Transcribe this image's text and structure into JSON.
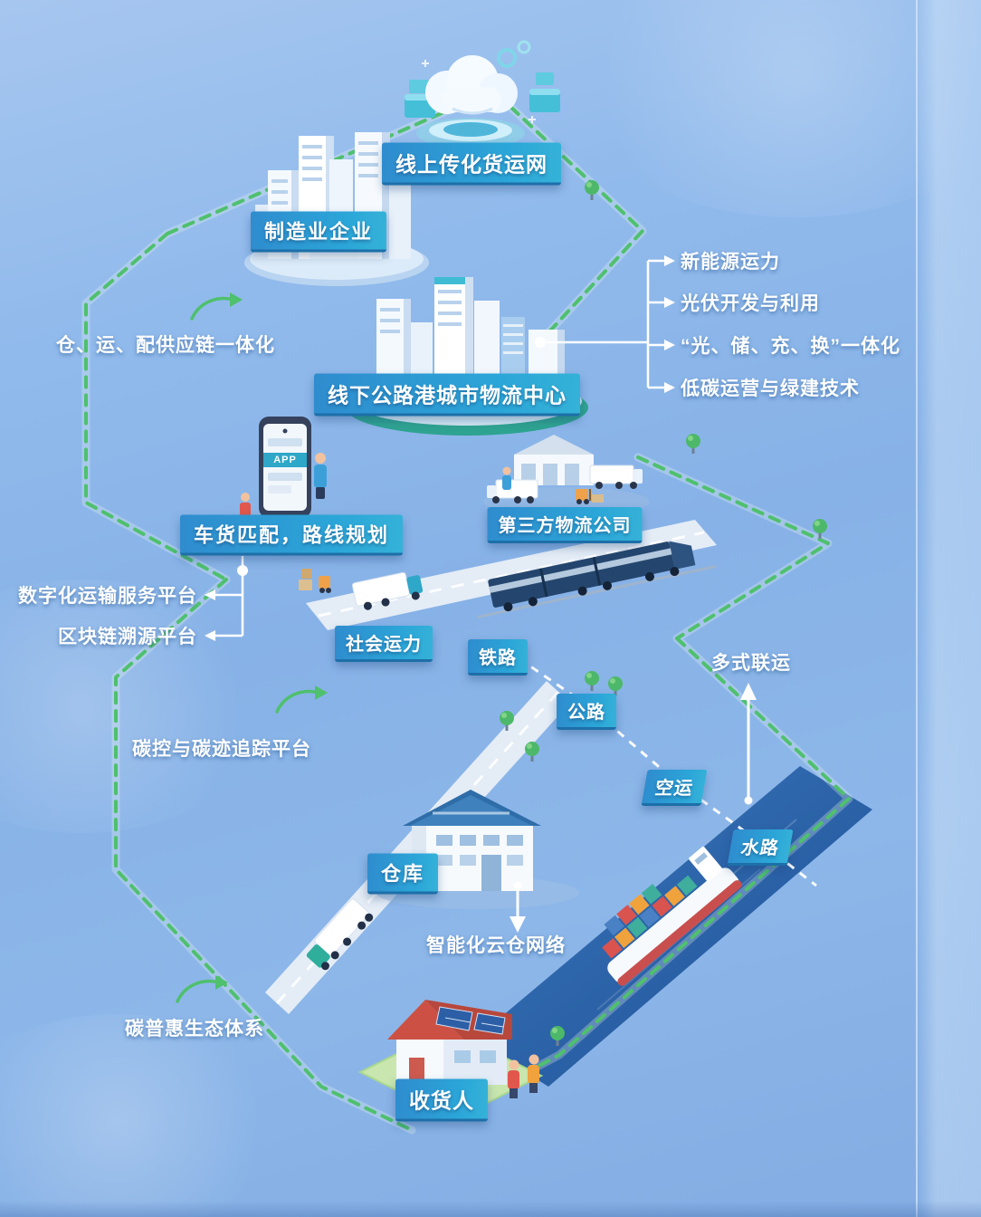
{
  "labels": {
    "online_network": "线上传化货运网",
    "manufacturing": "制造业企业",
    "logistics_center": "线下公路港城市物流中心",
    "matching": "车货匹配，路线规划",
    "third_party": "第三方物流公司",
    "social_capacity": "社会运力",
    "railway": "铁路",
    "highway": "公路",
    "air": "空运",
    "water": "水路",
    "warehouse": "仓库",
    "consignee": "收货人"
  },
  "annotations": {
    "supply_chain": "仓、运、配供应链一体化",
    "digital_platform": "数字化运输服务平台",
    "blockchain": "区块链溯源平台",
    "carbon_tracking": "碳控与碳迹追踪平台",
    "carbon_ecosystem": "碳普惠生态体系",
    "multimodal": "多式联运",
    "cloud_warehouse": "智能化云仓网络"
  },
  "energy_branches": [
    "新能源运力",
    "光伏开发与利用",
    "“光、储、充、换”一体化",
    "低碳运营与绿建技术"
  ],
  "app_text": "APP",
  "colors": {
    "sky": "#8db9ea",
    "label_gradient_start": "#2f8cce",
    "label_gradient_end": "#35b2d8",
    "route_green": "#4fc06d",
    "water": "#1e4f92",
    "roof_red": "#cc5144"
  }
}
